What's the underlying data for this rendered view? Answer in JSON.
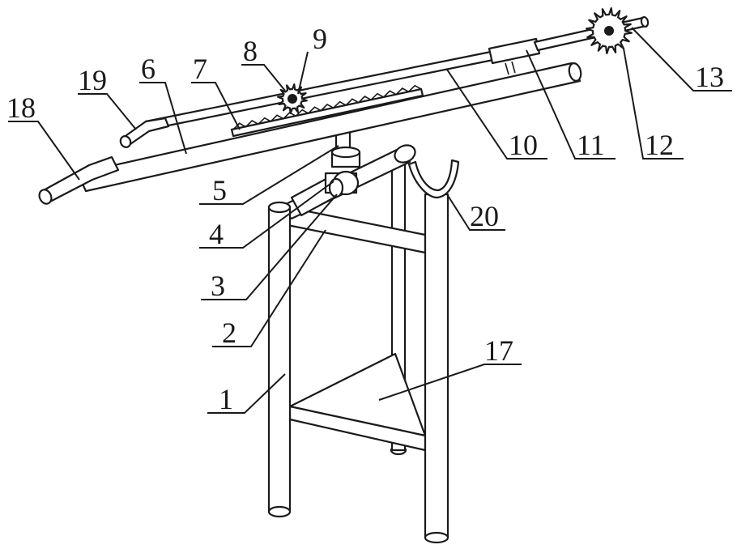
{
  "labels": {
    "l1": "1",
    "l2": "2",
    "l3": "3",
    "l4": "4",
    "l5": "5",
    "l6": "6",
    "l7": "7",
    "l8": "8",
    "l9": "9",
    "l10": "10",
    "l11": "11",
    "l12": "12",
    "l13": "13",
    "l17": "17",
    "l18": "18",
    "l19": "19",
    "l20": "20"
  }
}
